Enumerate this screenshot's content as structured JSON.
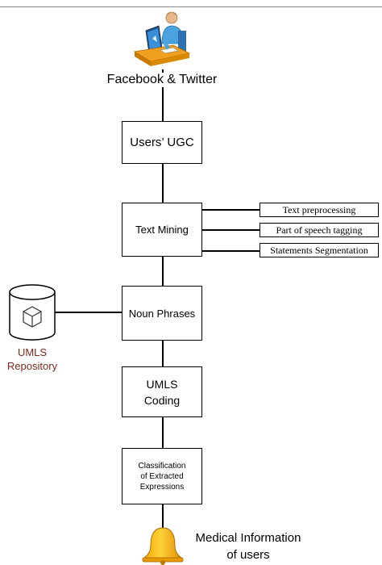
{
  "diagram": {
    "source_label": "Facebook & Twitter",
    "steps": {
      "ugc": "Users’ UGC",
      "text_mining": "Text Mining",
      "noun_phrases": "Noun Phrases",
      "umls_coding_line1": "UMLS",
      "umls_coding_line2": "Coding",
      "classification_line1": "Classification",
      "classification_line2": "of Extracted",
      "classification_line3": "Expressions"
    },
    "text_mining_subtasks": [
      "Text preprocessing",
      "Part of speech tagging",
      "Statements Segmentation"
    ],
    "repository": {
      "line1": "UMLS",
      "line2": "Repository",
      "color": "#7a2a1e"
    },
    "output": {
      "line1": "Medical Information",
      "line2": "of users"
    }
  }
}
